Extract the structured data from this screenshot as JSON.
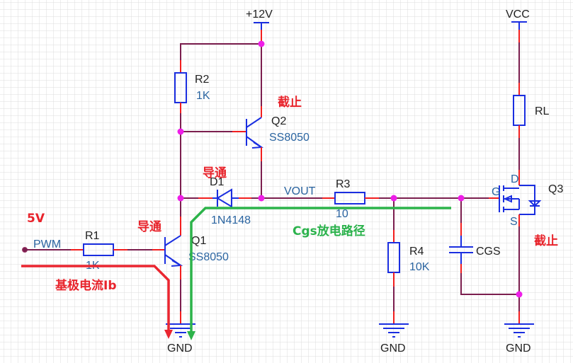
{
  "title": "Gate drive circuit - Cgs discharge",
  "power": {
    "v12": "+12V",
    "vcc": "VCC",
    "gnd": "GND"
  },
  "input": {
    "net_label": "PWM",
    "voltage_note": "5V"
  },
  "components": {
    "R1": {
      "ref": "R1",
      "value": "1K"
    },
    "R2": {
      "ref": "R2",
      "value": "1K"
    },
    "R3": {
      "ref": "R3",
      "value": "10"
    },
    "R4": {
      "ref": "R4",
      "value": "10K"
    },
    "RL": {
      "ref": "RL"
    },
    "Q1": {
      "ref": "Q1",
      "value": "SS8050"
    },
    "Q2": {
      "ref": "Q2",
      "value": "SS8050"
    },
    "Q3": {
      "ref": "Q3",
      "pins": {
        "g": "G",
        "d": "D",
        "s": "S"
      }
    },
    "D1": {
      "ref": "D1",
      "value": "1N4148"
    },
    "CGS": {
      "ref": "CGS"
    }
  },
  "nets": {
    "vout": "VOUT"
  },
  "annotations": {
    "q1_state": "导通",
    "d1_state": "导通",
    "q2_state": "截止",
    "q3_state": "截止",
    "base_current": "基极电流Ib",
    "discharge_path": "Cgs放电路径"
  },
  "colors": {
    "wire": "#7b1e4e",
    "pin": "#f21e1e",
    "symbol": "#1a2ee0",
    "junction": "#ee1ee8",
    "annotation_red": "#e8232b",
    "annotation_green": "#2bb24c",
    "grid": "#dddddd"
  }
}
